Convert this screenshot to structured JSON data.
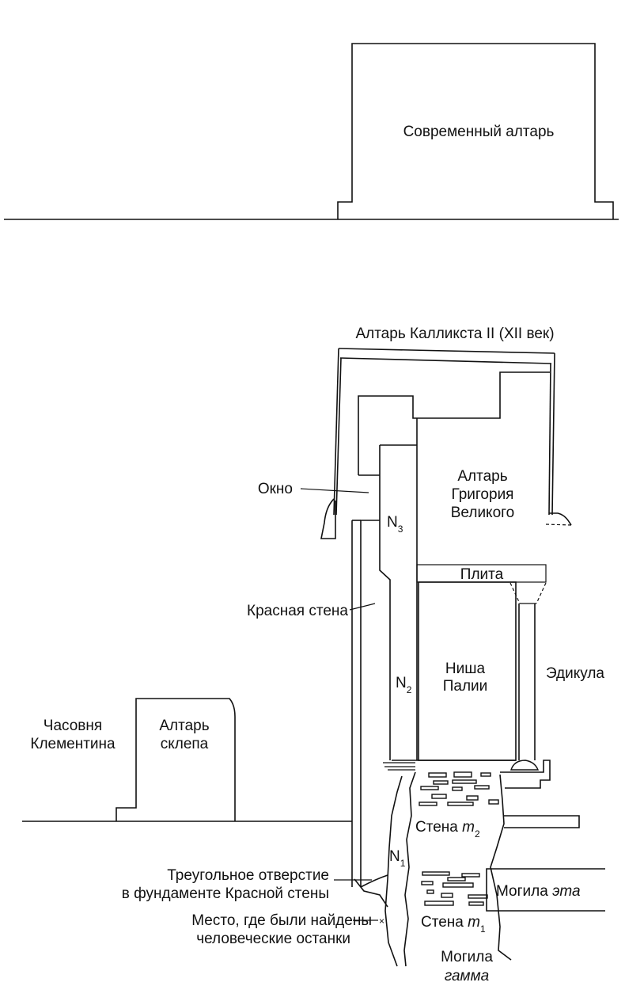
{
  "labels": {
    "modern_altar": "Современный алтарь",
    "callixtus_altar": "Алтарь Калликста II (XII век)",
    "window": "Окно",
    "gregory_altar": [
      "Алтарь",
      "Григория",
      "Великого"
    ],
    "n3": "N",
    "n3_sub": "3",
    "plita": "Плита",
    "red_wall": "Красная стена",
    "niche": [
      "Ниша",
      "Палии"
    ],
    "edicule": "Эдикула",
    "n2": "N",
    "n2_sub": "2",
    "clementine_chapel": [
      "Часовня",
      "Клементина"
    ],
    "crypt_altar": [
      "Алтарь",
      "склепа"
    ],
    "wall_m2": "Стена ",
    "wall_m2_italic": "m",
    "wall_m2_sub": "2",
    "n1": "N",
    "n1_sub": "1",
    "triangular_hole": [
      "Треугольное отверстие",
      "в фундаменте Красной стены"
    ],
    "remains_place": [
      "Место, где были найдены",
      "человеческие останки"
    ],
    "tomb_eta": "Могила ",
    "tomb_eta_italic": "эта",
    "wall_m1": "Стена ",
    "wall_m1_italic": "m",
    "wall_m1_sub": "1",
    "tomb_gamma": "Могила",
    "tomb_gamma_italic": "гамма"
  }
}
